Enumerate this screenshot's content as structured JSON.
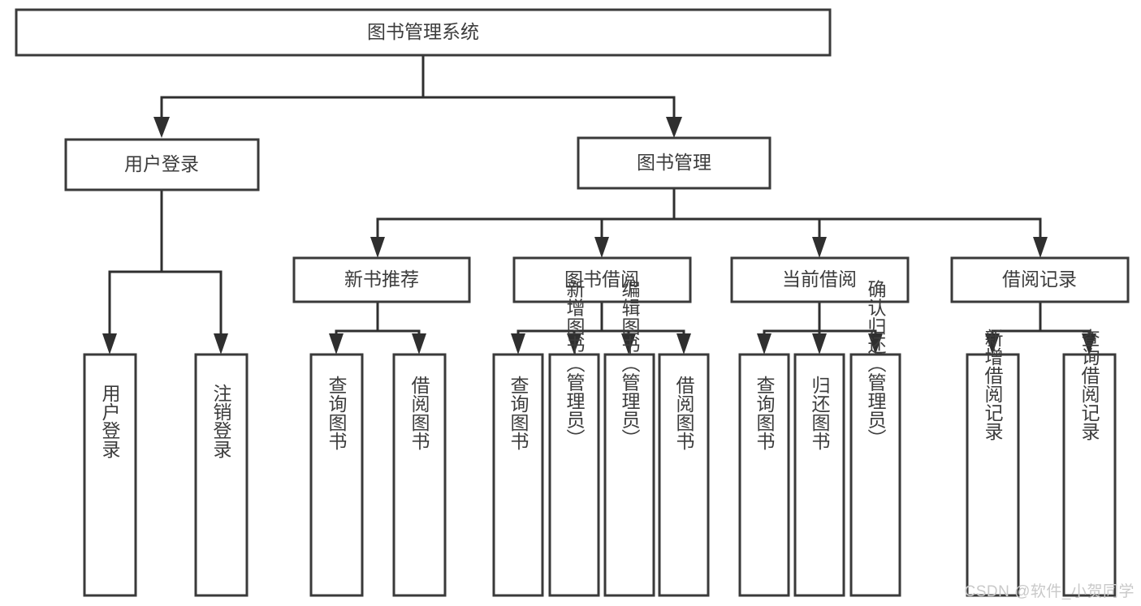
{
  "diagram": {
    "title": "图书管理系统",
    "type": "tree-hierarchy",
    "orientation": "top-down",
    "watermark": "CSDN @软件_小贺同学",
    "colors": {
      "box_stroke": "#3a3a3a",
      "box_fill": "#ffffff",
      "edge": "#2f2f2f",
      "text": "#3c3c3c",
      "watermark": "#c9c9c9",
      "background": "#ffffff"
    },
    "levels": {
      "root": {
        "label": "图书管理系统"
      },
      "level2": [
        {
          "label": "用户登录"
        },
        {
          "label": "图书管理"
        }
      ],
      "level3": [
        {
          "label": "新书推荐"
        },
        {
          "label": "图书借阅"
        },
        {
          "label": "当前借阅"
        },
        {
          "label": "借阅记录"
        }
      ],
      "leaves": {
        "user_login": [
          {
            "label": "用户登录"
          },
          {
            "label": "注销登录"
          }
        ],
        "new_book_recommend": [
          {
            "label": "查询图书"
          },
          {
            "label": "借阅图书"
          }
        ],
        "book_borrow": [
          {
            "label": "查询图书"
          },
          {
            "label": "新增图书（管理员）"
          },
          {
            "label": "编辑图书（管理员）"
          },
          {
            "label": "借阅图书"
          }
        ],
        "current_borrow": [
          {
            "label": "查询图书"
          },
          {
            "label": "归还图书"
          },
          {
            "label": "确认归还（管理员）"
          }
        ],
        "borrow_record": [
          {
            "label": "新增借阅记录"
          },
          {
            "label": "查询借阅记录"
          }
        ]
      }
    }
  }
}
